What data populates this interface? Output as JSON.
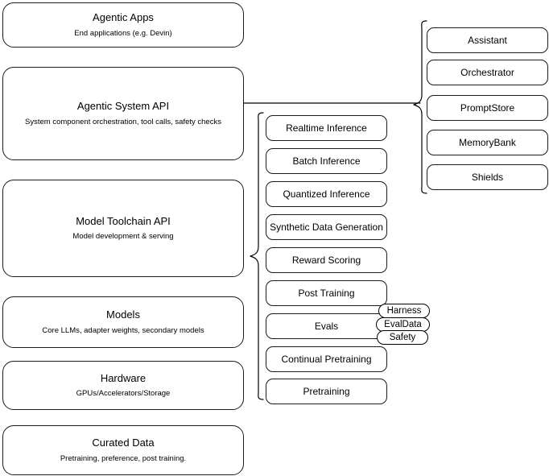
{
  "diagram": {
    "title": "AI stack layers diagram",
    "stroke_color": "#1a1a1a",
    "background_color": "#ffffff",
    "layers": [
      {
        "title": "Agentic Apps",
        "subtitle": "End applications (e.g. Devin)"
      },
      {
        "title": "Agentic System API",
        "subtitle": "System component orchestration, tool calls, safety checks"
      },
      {
        "title": "Model Toolchain API",
        "subtitle": "Model development & serving"
      },
      {
        "title": "Models",
        "subtitle": "Core LLMs, adapter weights, secondary models"
      },
      {
        "title": "Hardware",
        "subtitle": "GPUs/Accelerators/Storage"
      },
      {
        "title": "Curated Data",
        "subtitle": "Pretraining, preference, post training."
      }
    ],
    "toolchain_items": [
      {
        "label": "Realtime Inference"
      },
      {
        "label": "Batch Inference"
      },
      {
        "label": "Quantized Inference"
      },
      {
        "label": "Synthetic Data Generation"
      },
      {
        "label": "Reward Scoring"
      },
      {
        "label": "Post Training"
      },
      {
        "label": "Evals"
      },
      {
        "label": "Continual Pretraining"
      },
      {
        "label": "Pretraining"
      }
    ],
    "eval_badges": [
      {
        "label": "Harness"
      },
      {
        "label": "EvalData"
      },
      {
        "label": "Safety"
      }
    ],
    "system_items": [
      {
        "label": "Assistant"
      },
      {
        "label": "Orchestrator"
      },
      {
        "label": "PromptStore"
      },
      {
        "label": "MemoryBank"
      },
      {
        "label": "Shields"
      }
    ]
  }
}
